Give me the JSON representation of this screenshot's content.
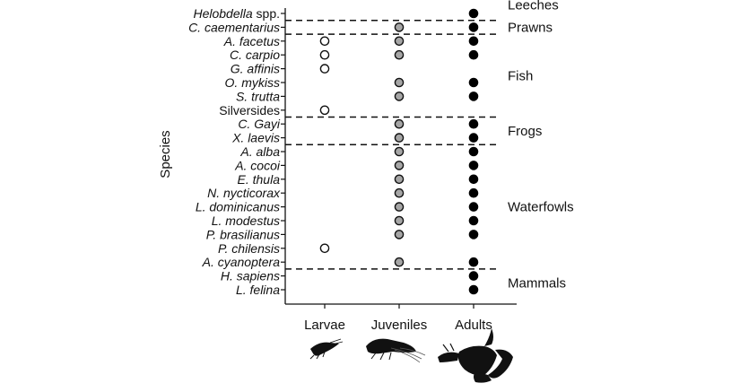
{
  "chart_data": {
    "type": "scatter",
    "ylabel": "Species",
    "stages": [
      "Larvae",
      "Juveniles",
      "Adults"
    ],
    "species": [
      {
        "name": "Helobdella",
        "suffix": " spp.",
        "italic": true,
        "stages": [
          false,
          false,
          true
        ]
      },
      {
        "name": "C. caementarius",
        "suffix": "",
        "italic": true,
        "stages": [
          false,
          true,
          true
        ]
      },
      {
        "name": "A. facetus",
        "suffix": "",
        "italic": true,
        "stages": [
          true,
          true,
          true
        ]
      },
      {
        "name": "C. carpio",
        "suffix": "",
        "italic": true,
        "stages": [
          true,
          true,
          true
        ]
      },
      {
        "name": "G. affinis",
        "suffix": "",
        "italic": true,
        "stages": [
          true,
          false,
          false
        ]
      },
      {
        "name": "O. mykiss",
        "suffix": "",
        "italic": true,
        "stages": [
          false,
          true,
          true
        ]
      },
      {
        "name": "S. trutta",
        "suffix": "",
        "italic": true,
        "stages": [
          false,
          true,
          true
        ]
      },
      {
        "name": "Silversides",
        "suffix": "",
        "italic": false,
        "stages": [
          true,
          false,
          false
        ]
      },
      {
        "name": "C. Gayi",
        "suffix": "",
        "italic": true,
        "stages": [
          false,
          true,
          true
        ]
      },
      {
        "name": "X. laevis",
        "suffix": "",
        "italic": true,
        "stages": [
          false,
          true,
          true
        ]
      },
      {
        "name": "A. alba",
        "suffix": "",
        "italic": true,
        "stages": [
          false,
          true,
          true
        ]
      },
      {
        "name": "A. cocoi",
        "suffix": "",
        "italic": true,
        "stages": [
          false,
          true,
          true
        ]
      },
      {
        "name": "E. thula",
        "suffix": "",
        "italic": true,
        "stages": [
          false,
          true,
          true
        ]
      },
      {
        "name": "N. nycticorax",
        "suffix": "",
        "italic": true,
        "stages": [
          false,
          true,
          true
        ]
      },
      {
        "name": "L. dominicanus",
        "suffix": "",
        "italic": true,
        "stages": [
          false,
          true,
          true
        ]
      },
      {
        "name": "L. modestus",
        "suffix": "",
        "italic": true,
        "stages": [
          false,
          true,
          true
        ]
      },
      {
        "name": "P. brasilianus",
        "suffix": "",
        "italic": true,
        "stages": [
          false,
          true,
          true
        ]
      },
      {
        "name": "P. chilensis",
        "suffix": "",
        "italic": true,
        "stages": [
          true,
          false,
          false
        ]
      },
      {
        "name": "A. cyanoptera",
        "suffix": "",
        "italic": true,
        "stages": [
          false,
          true,
          true
        ]
      },
      {
        "name": "H. sapiens",
        "suffix": "",
        "italic": true,
        "stages": [
          false,
          false,
          true
        ]
      },
      {
        "name": "L. felina",
        "suffix": "",
        "italic": true,
        "stages": [
          false,
          false,
          true
        ]
      }
    ],
    "groups": [
      {
        "name": "Leeches",
        "first": 0,
        "last": 0
      },
      {
        "name": "Prawns",
        "first": 1,
        "last": 1
      },
      {
        "name": "Fish",
        "first": 2,
        "last": 7
      },
      {
        "name": "Frogs",
        "first": 8,
        "last": 9
      },
      {
        "name": "Waterfowls",
        "first": 10,
        "last": 18
      },
      {
        "name": "Mammals",
        "first": 19,
        "last": 20
      }
    ],
    "stage_colors": {
      "Larvae": {
        "fill": "#ffffff",
        "stroke": "#111111"
      },
      "Juveniles": {
        "fill": "#a6a6a6",
        "stroke": "#111111"
      },
      "Adults": {
        "fill": "#000000",
        "stroke": "#000000"
      }
    },
    "separator_style": "dashed",
    "stage_icons": [
      "crayfish-larva-silhouette",
      "crayfish-juvenile-silhouette",
      "crayfish-adult-silhouette"
    ]
  }
}
